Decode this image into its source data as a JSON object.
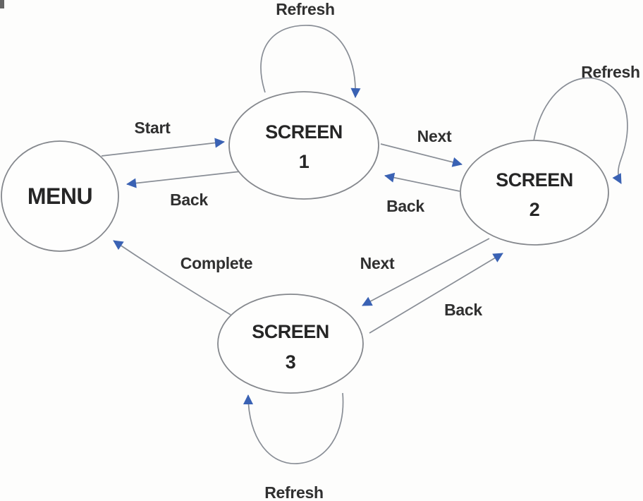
{
  "diagram": {
    "kind": "state-transition-diagram",
    "nodes": [
      {
        "id": "menu",
        "label": "MENU"
      },
      {
        "id": "screen1",
        "name": "SCREEN",
        "number": "1"
      },
      {
        "id": "screen2",
        "name": "SCREEN",
        "number": "2"
      },
      {
        "id": "screen3",
        "name": "SCREEN",
        "number": "3"
      }
    ],
    "edges": [
      {
        "from": "menu",
        "to": "screen1",
        "label": "Start"
      },
      {
        "from": "screen1",
        "to": "menu",
        "label": "Back"
      },
      {
        "from": "screen1",
        "to": "screen1",
        "label": "Refresh"
      },
      {
        "from": "screen1",
        "to": "screen2",
        "label": "Next"
      },
      {
        "from": "screen2",
        "to": "screen1",
        "label": "Back"
      },
      {
        "from": "screen2",
        "to": "screen2",
        "label": "Refresh"
      },
      {
        "from": "screen2",
        "to": "screen3",
        "label": "Next"
      },
      {
        "from": "screen3",
        "to": "screen2",
        "label": "Back"
      },
      {
        "from": "screen3",
        "to": "menu",
        "label": "Complete"
      },
      {
        "from": "screen3",
        "to": "screen3",
        "label": "Refresh"
      }
    ],
    "colors": {
      "node_stroke": "#85888d",
      "edge_line": "#898e96",
      "arrowhead": "#3a62b4",
      "text": "#2a2a2a",
      "background": "#fdfdfc"
    }
  }
}
